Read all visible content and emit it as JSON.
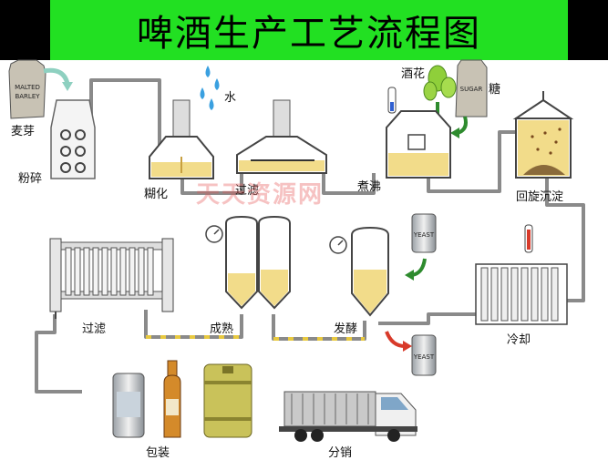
{
  "title": "啤酒生产工艺流程图",
  "labels": {
    "malt": "麦芽",
    "crush": "粉碎",
    "mash": "糊化",
    "filter1": "过滤",
    "water": "水",
    "boil": "煮沸",
    "hops": "酒花",
    "sugar": "糖",
    "whirlpool": "回旋沉淀",
    "cooling": "冷却",
    "ferment": "发酵",
    "mature": "成熟",
    "filter2": "过滤",
    "package": "包装",
    "distribute": "分销"
  },
  "sacks": {
    "malt_line1": "MALTED",
    "malt_line2": "BARLEY",
    "sugar": "SUGAR",
    "yeast": "YEAST"
  },
  "watermark": "天天资源网",
  "colors": {
    "banner": "#22e022",
    "liquid": "#f2dc8a",
    "pipe": "#8a8a8a",
    "arrow_green": "#2e8b2e",
    "arrow_red": "#d83a2a"
  }
}
